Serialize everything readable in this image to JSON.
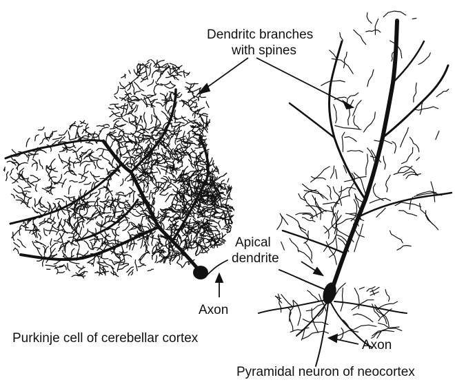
{
  "labels": {
    "dendrites_line1": "Dendritc branches",
    "dendrites_line2": "with spines",
    "apical_line1": "Apical",
    "apical_line2": "dendrite",
    "axon_purkinje": "Axon",
    "axon_pyramidal": "Axon",
    "purkinje_caption": "Purkinje cell of cerebellar cortex",
    "pyramidal_caption": "Pyramidal neuron of neocortex"
  },
  "colors": {
    "ink": "#111111",
    "background": "#ffffff"
  }
}
